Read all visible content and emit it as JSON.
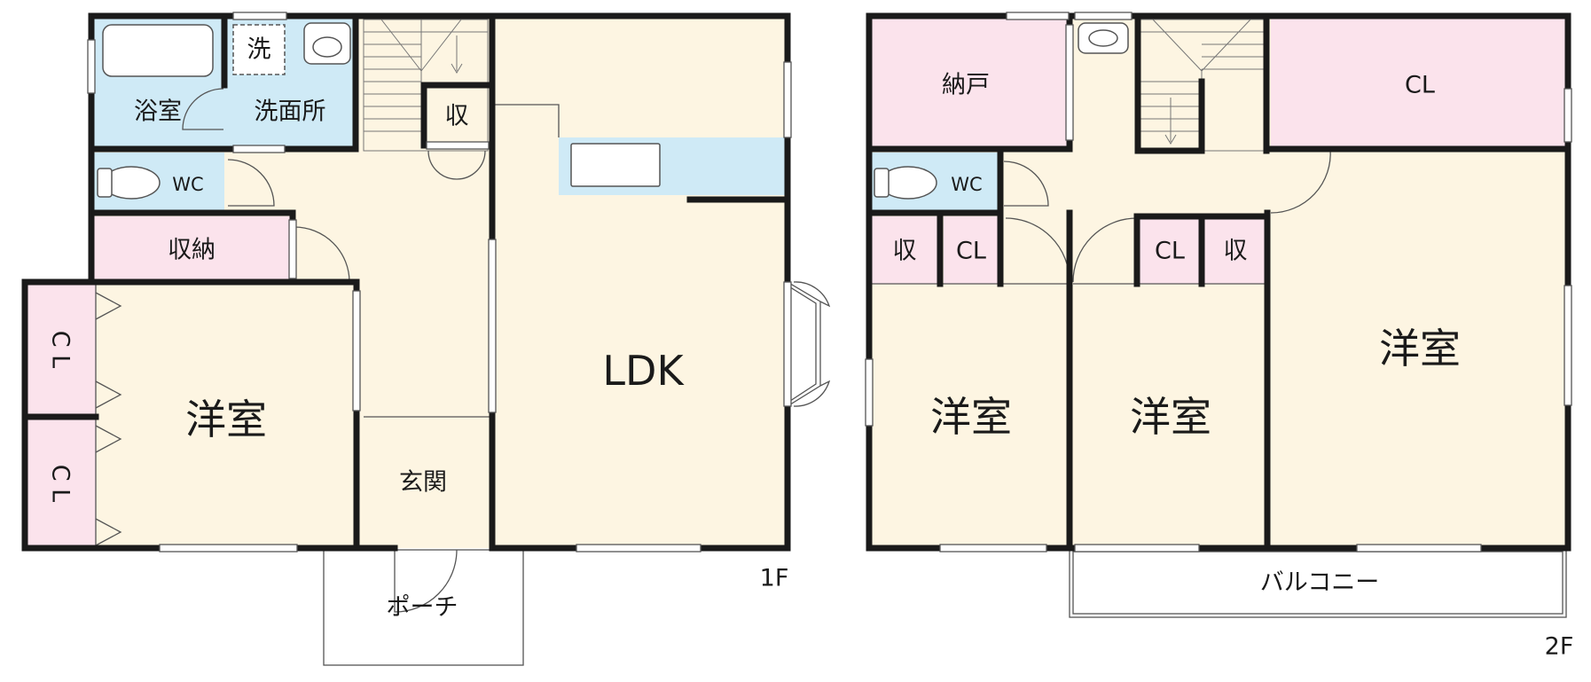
{
  "colors": {
    "living": "#fdf5e2",
    "wet": "#cfeaf6",
    "storage": "#fbe3ec",
    "wall": "#1a1a1a"
  },
  "floor1": {
    "floor_label": "1F",
    "rooms": {
      "bath": "浴室",
      "laundry": "洗",
      "washroom": "洗面所",
      "wc": "WC",
      "storage_small": "収",
      "storage": "収納",
      "closet_top": "C L",
      "closet_bottom": "C L",
      "western": "洋室",
      "entrance": "玄関",
      "ldk": "LDK",
      "porch": "ポーチ"
    }
  },
  "floor2": {
    "floor_label": "2F",
    "rooms": {
      "nando": "納戸",
      "closet_large": "CL",
      "wc": "WC",
      "storage_left": "収",
      "closet_left": "CL",
      "closet_right": "CL",
      "storage_right": "収",
      "western_left": "洋室",
      "western_mid": "洋室",
      "western_right": "洋室",
      "balcony": "バルコニー"
    }
  }
}
